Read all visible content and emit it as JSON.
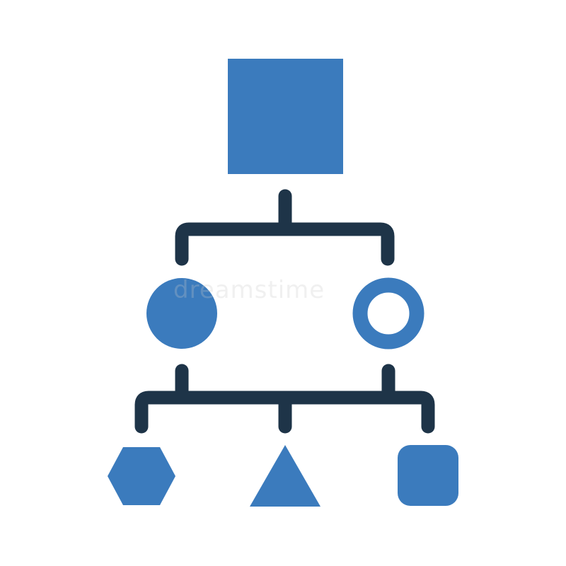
{
  "diagram": {
    "type": "hierarchy-flowchart-icon",
    "colors": {
      "shape_fill": "#3b7bbd",
      "connector": "#1e3448",
      "background": "#ffffff"
    },
    "levels": [
      {
        "level": 1,
        "nodes": [
          "square"
        ]
      },
      {
        "level": 2,
        "nodes": [
          "filled-circle",
          "ring"
        ]
      },
      {
        "level": 3,
        "nodes": [
          "hexagon",
          "triangle",
          "rounded-square"
        ]
      }
    ]
  },
  "watermark": {
    "text": "dreamstime"
  }
}
